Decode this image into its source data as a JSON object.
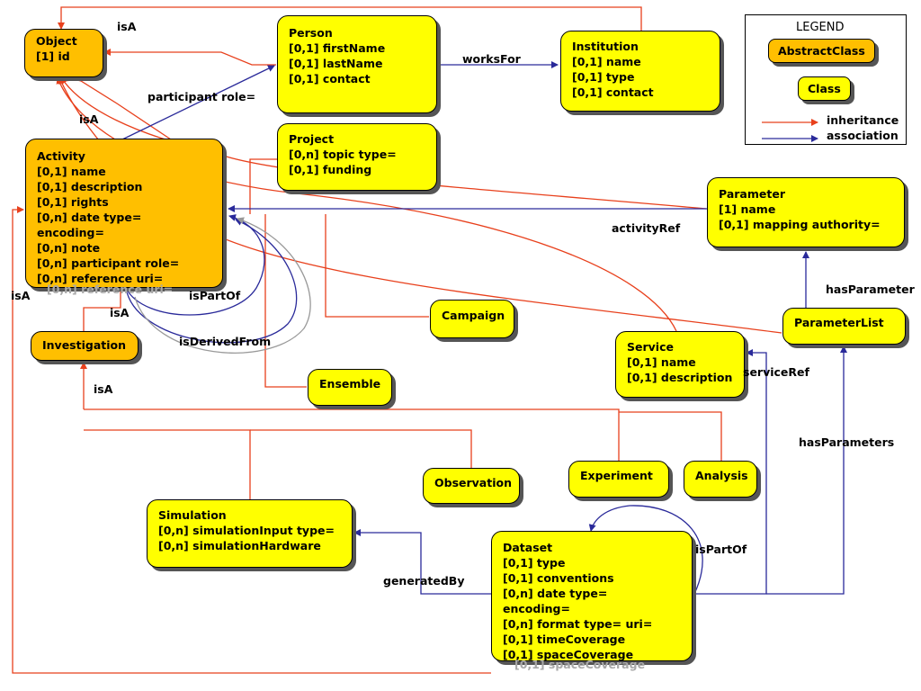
{
  "legend": {
    "title": "LEGEND",
    "abstract_class": "AbstractClass",
    "class": "Class",
    "inheritance": "inheritance",
    "association": "association",
    "colors": {
      "inheritance": "#e8401c",
      "association": "#2a2a9a",
      "abstract_fill": "#ffbf00",
      "class_fill": "#ffff00"
    }
  },
  "classes": {
    "object": {
      "title": "Object",
      "lines": [
        "[1] id"
      ]
    },
    "person": {
      "title": "Person",
      "lines": [
        "[0,1] firstName",
        "[0,1] lastName",
        "[0,1] contact"
      ]
    },
    "institution": {
      "title": "Institution",
      "lines": [
        "[0,1] name",
        "[0,1] type",
        "[0,1] contact"
      ]
    },
    "activity": {
      "title": "Activity",
      "lines": [
        "[0,1] name",
        "[0,1] description",
        "[0,1] rights",
        "[0,n] date type=",
        "encoding=",
        "[0,n] note",
        "[0,n] participant role=",
        "[0,n] reference uri="
      ]
    },
    "project": {
      "title": "Project",
      "lines": [
        "[0,n] topic type=",
        "[0,1] funding"
      ]
    },
    "parameter": {
      "title": "Parameter",
      "lines": [
        "[1] name",
        "[0,1] mapping authority="
      ]
    },
    "investigation": {
      "title": "Investigation"
    },
    "campaign": {
      "title": "Campaign"
    },
    "parameterlist": {
      "title": "ParameterList"
    },
    "service": {
      "title": "Service",
      "lines": [
        "[0,1] name",
        "[0,1] description"
      ]
    },
    "ensemble": {
      "title": "Ensemble"
    },
    "observation": {
      "title": "Observation"
    },
    "experiment": {
      "title": "Experiment"
    },
    "analysis": {
      "title": "Analysis"
    },
    "simulation": {
      "title": "Simulation",
      "lines": [
        "[0,n] simulationInput type=",
        "[0,n] simulationHardware"
      ]
    },
    "dataset": {
      "title": "Dataset",
      "lines": [
        "[0,1] type",
        "[0,1] conventions",
        "[0,n] date type=",
        "encoding=",
        "[0,n] format type= uri=",
        "[0,1] timeCoverage",
        "[0,1] spaceCoverage"
      ]
    }
  },
  "ghost_text": {
    "activity_overflow": "[0,n] reference uri=",
    "dataset_overflow": "[0,1] spaceCoverage"
  },
  "edge_labels": {
    "isA_top": "isA",
    "participant_role": "participant role=",
    "works_for": "worksFor",
    "isA_activity": "isA",
    "activity_ref": "activityRef",
    "has_parameter": "hasParameter",
    "isA_left": "isA",
    "is_part_of_activity": "isPartOf",
    "isA_investigation": "isA",
    "is_derived_from": "isDerivedFrom",
    "service_ref": "serviceRef",
    "isA_children": "isA",
    "has_parameters": "hasParameters",
    "is_part_of_dataset": "isPartOf",
    "generated_by": "generatedBy"
  }
}
